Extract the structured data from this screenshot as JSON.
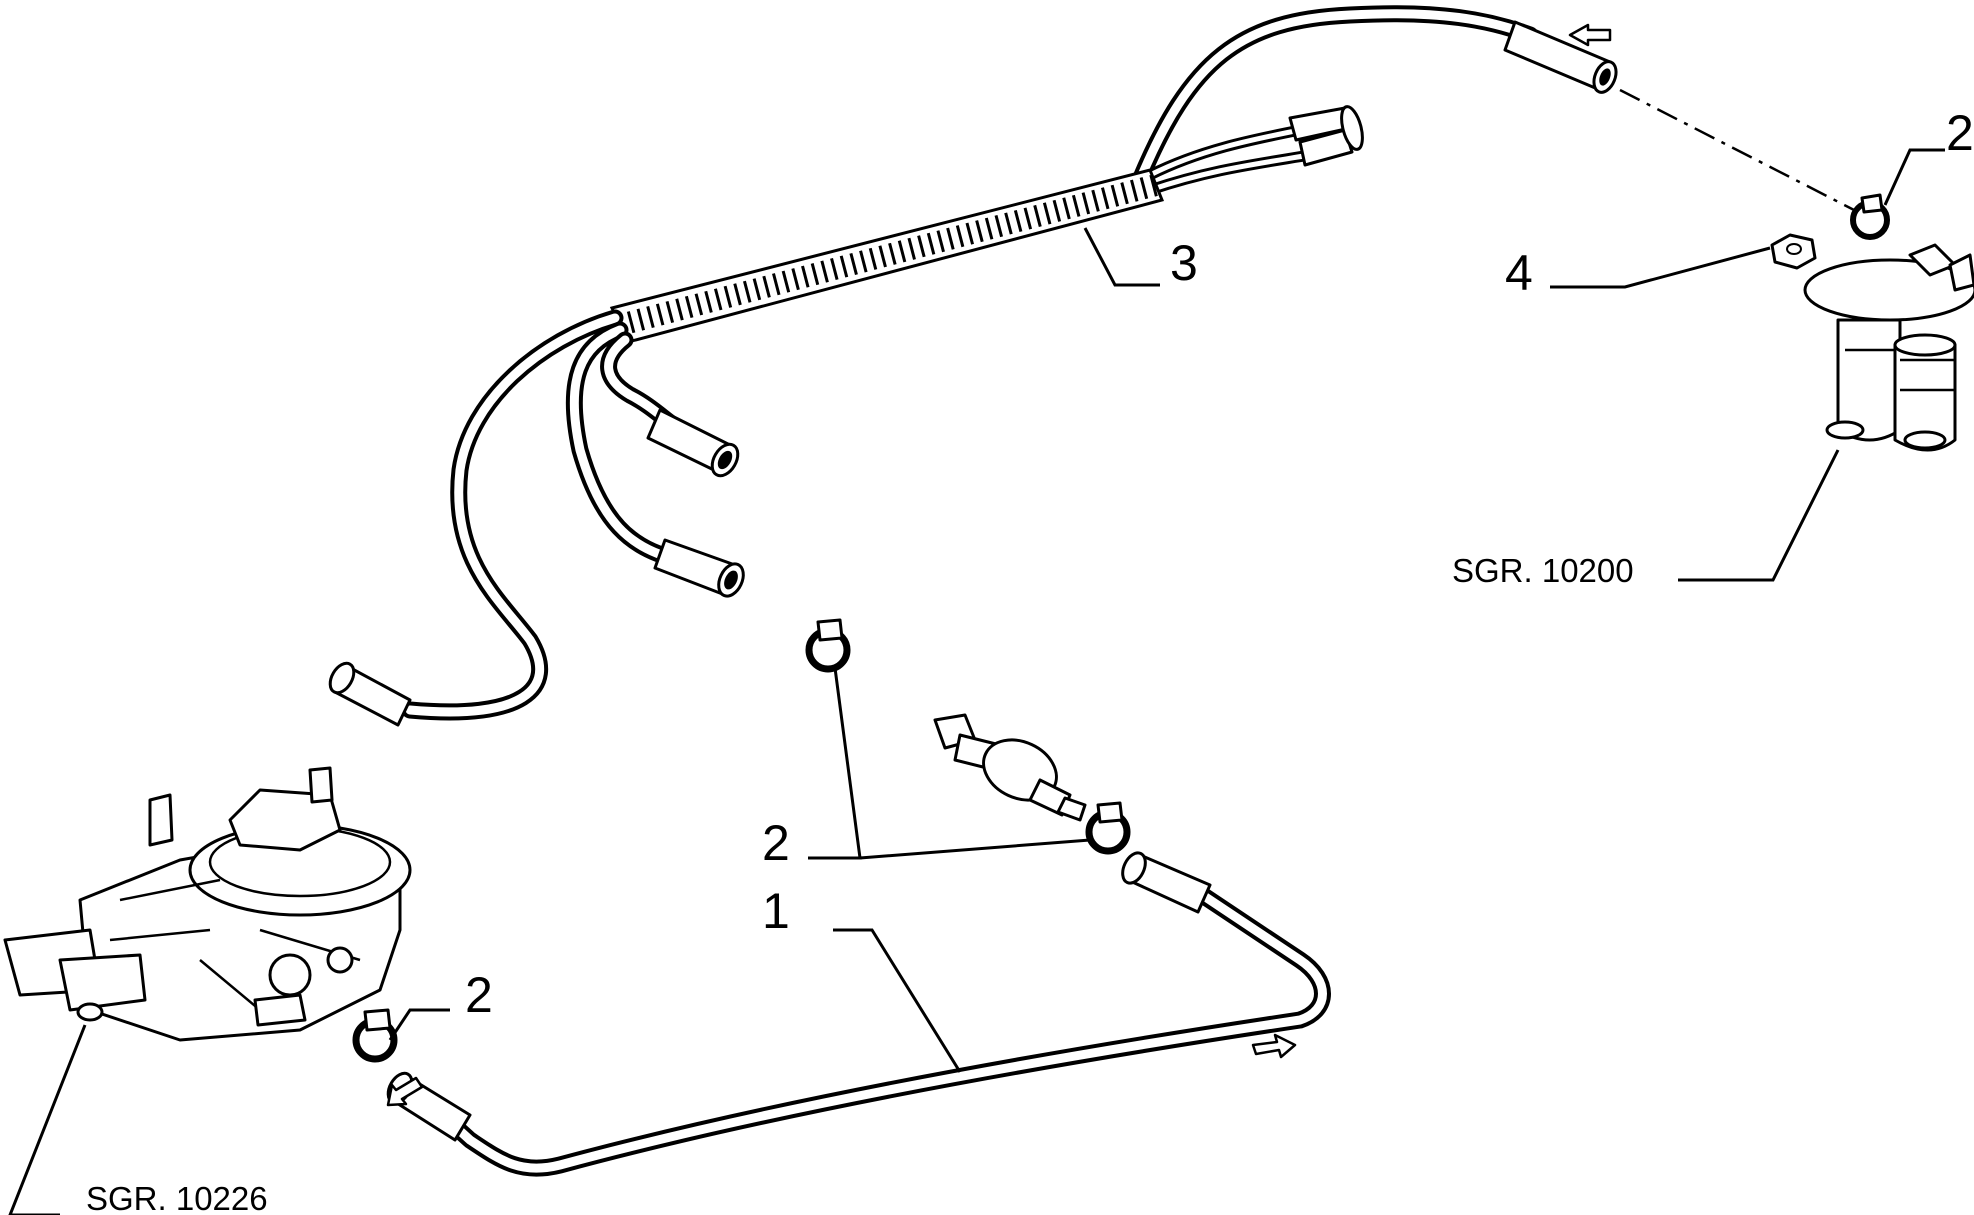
{
  "callouts": {
    "item_1": "1",
    "item_2_top_right": "2",
    "item_2_center": "2",
    "item_2_bottom": "2",
    "item_3": "3",
    "item_4": "4"
  },
  "references": {
    "fuel_pump_group": "SGR. 10200",
    "injection_unit_group": "SGR. 10226"
  }
}
